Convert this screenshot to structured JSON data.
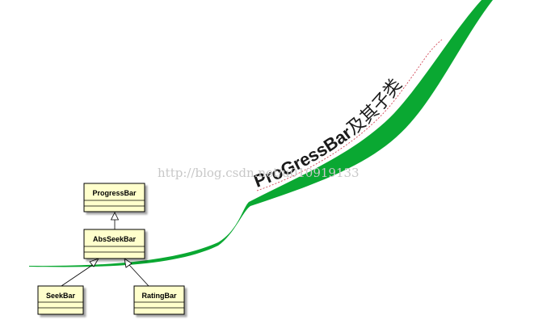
{
  "title": {
    "latin": "ProGressBar",
    "cjk": "及其子类"
  },
  "watermark": "http://blog.csdn.net/u010919133",
  "classes": {
    "progressbar": "ProgressBar",
    "absseekbar": "AbsSeekBar",
    "seekbar": "SeekBar",
    "ratingbar": "RatingBar"
  },
  "colors": {
    "curve": "#0aa832",
    "uml_fill": "#ffffcc",
    "uml_border": "#000000",
    "underline": "#cc3344"
  }
}
